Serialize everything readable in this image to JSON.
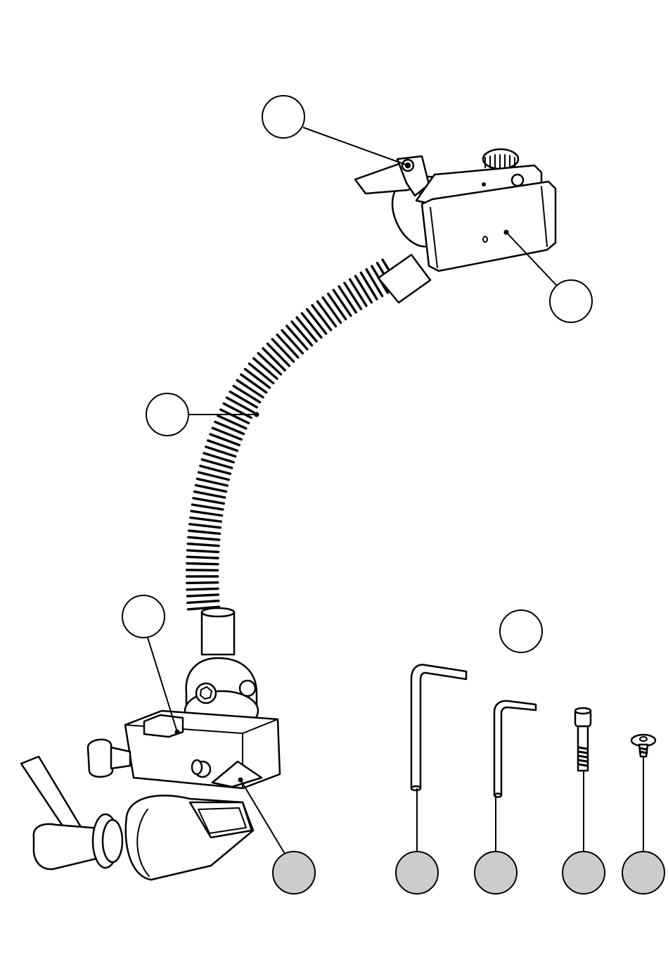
{
  "diagram": {
    "colors": {
      "line": "#000000",
      "background": "#ffffff",
      "callout_filled": "#cccccc",
      "callout_empty": "#ffffff"
    },
    "callouts": [
      {
        "id": "holder-lever",
        "style": "empty",
        "label": ""
      },
      {
        "id": "phone-plate",
        "style": "empty",
        "label": ""
      },
      {
        "id": "gooseneck",
        "style": "empty",
        "label": ""
      },
      {
        "id": "clamp-block",
        "style": "empty",
        "label": ""
      },
      {
        "id": "accessories",
        "style": "empty",
        "label": ""
      },
      {
        "id": "clamp-jaw",
        "style": "filled",
        "label": ""
      },
      {
        "id": "hex-key-large",
        "style": "filled",
        "label": ""
      },
      {
        "id": "hex-key-small",
        "style": "filled",
        "label": ""
      },
      {
        "id": "cap-screw",
        "style": "filled",
        "label": ""
      },
      {
        "id": "flat-screw",
        "style": "filled",
        "label": ""
      }
    ]
  }
}
